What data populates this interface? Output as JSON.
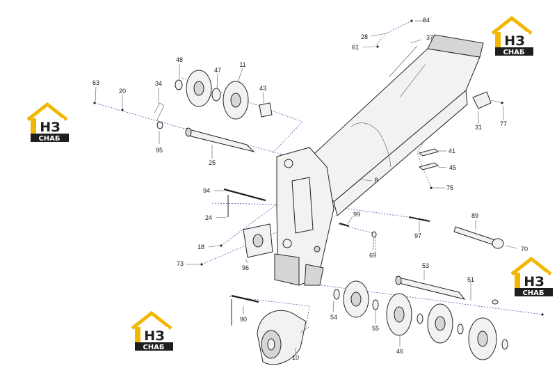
{
  "logo": {
    "letters": "НЗ",
    "word": "СНАБ",
    "colors": {
      "gold": "#f2b705",
      "dark": "#1e1e1e",
      "white": "#ffffff"
    }
  },
  "labels": [
    "84",
    "28",
    "37",
    "61",
    "48",
    "11",
    "47",
    "43",
    "63",
    "20",
    "34",
    "95",
    "31",
    "77",
    "25",
    "41",
    "45",
    "75",
    "8",
    "94",
    "24",
    "99",
    "89",
    "97",
    "18",
    "96",
    "69",
    "70",
    "73",
    "53",
    "51",
    "90",
    "54",
    "55",
    "46",
    "10"
  ]
}
